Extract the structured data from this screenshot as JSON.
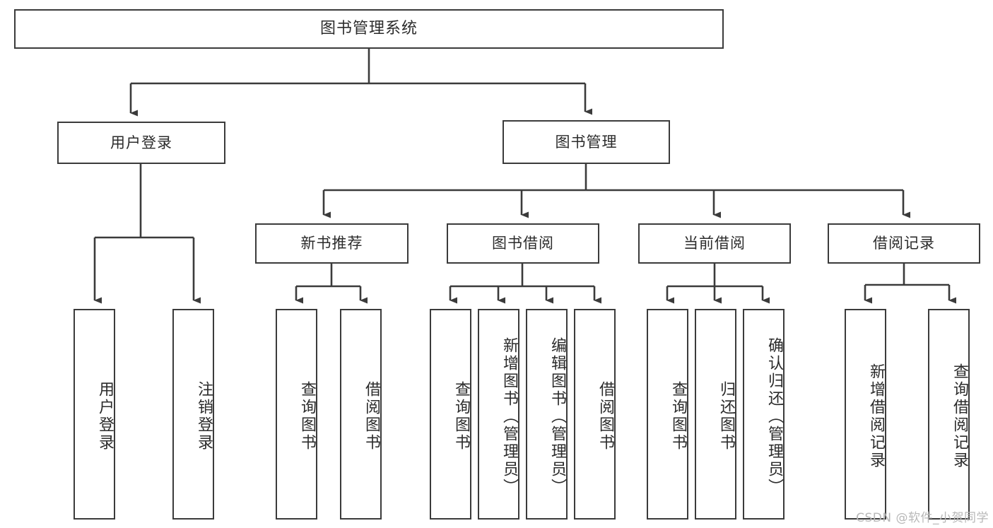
{
  "diagram": {
    "type": "tree-hierarchy",
    "title": "图书管理系统",
    "style": {
      "box_stroke": "#3b3b3b",
      "box_fill": "#ffffff",
      "text_color": "#2b2b2b",
      "background": "#ffffff",
      "watermark_color": "#b8b8b8"
    },
    "root": {
      "label": "图书管理系统"
    },
    "level2": [
      {
        "label": "用户登录"
      },
      {
        "label": "图书管理"
      }
    ],
    "level3": [
      {
        "label": "新书推荐"
      },
      {
        "label": "图书借阅"
      },
      {
        "label": "当前借阅"
      },
      {
        "label": "借阅记录"
      }
    ],
    "leaves": {
      "user_login": [
        {
          "label": "用户登录"
        },
        {
          "label": "注销登录"
        }
      ],
      "new_book_recommend": [
        {
          "label": "查询图书"
        },
        {
          "label": "借阅图书"
        }
      ],
      "book_borrow": [
        {
          "label": "查询图书"
        },
        {
          "label": "新增图书（管理员）"
        },
        {
          "label": "编辑图书（管理员）"
        },
        {
          "label": "借阅图书"
        }
      ],
      "current_borrow": [
        {
          "label": "查询图书"
        },
        {
          "label": "归还图书"
        },
        {
          "label": "确认归还（管理员）"
        }
      ],
      "borrow_record": [
        {
          "label": "新增借阅记录"
        },
        {
          "label": "查询借阅记录"
        }
      ]
    }
  },
  "watermark": {
    "text": "CSDN @软件_小贺同学"
  }
}
